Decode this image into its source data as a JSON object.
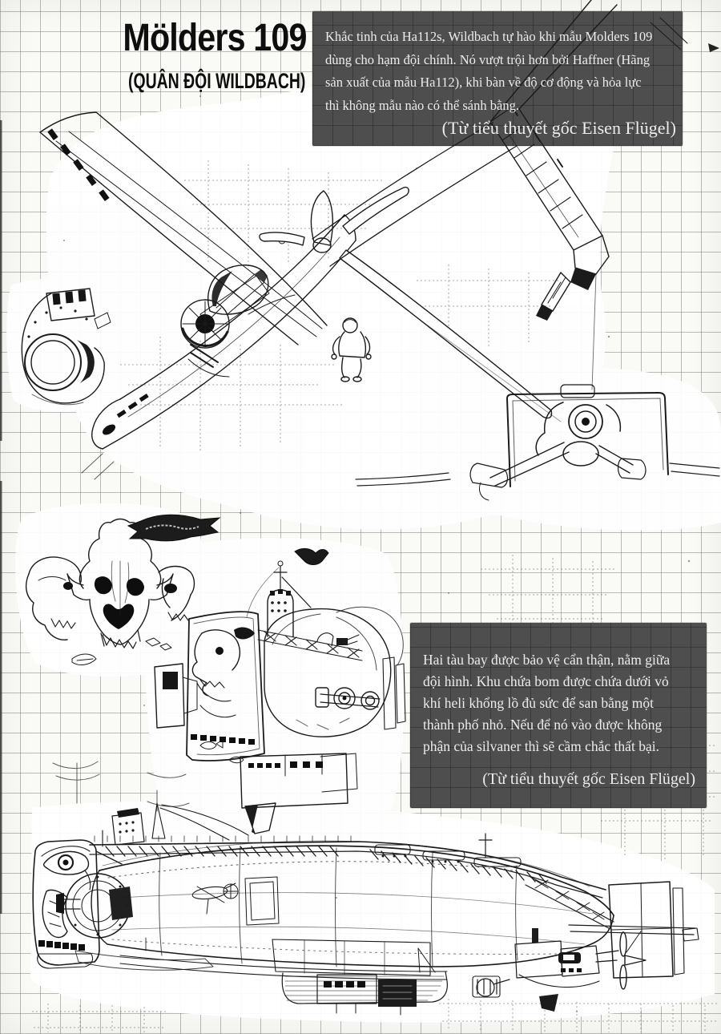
{
  "page": {
    "title": "Mölders 109",
    "subtitle": "(QUÂN ĐỘI WILDBACH)"
  },
  "captions": {
    "molders_note": {
      "lines": [
        "Khắc tinh của Ha112s, Wildbach tự hào khi mẫu Molders 109",
        "dùng cho hạm đội chính. Nó vượt trội hơn bởi Haffner (Hãng",
        "sản xuất của mẫu Ha112), khi bàn về độ cơ động và hỏa lực",
        "thì không mẫu nào có thể sánh bằng."
      ],
      "attribution": "(Từ tiểu thuyết gốc Eisen Flügel)"
    },
    "carrier_note": {
      "lines": [
        "Hai tàu bay được bảo vệ cẩn thận, nằm giữa",
        "đội hình. Khu chứa bom được chứa dưới vỏ",
        "khí heli khổng lồ đủ sức để san bằng một",
        "thành phố nhỏ. Nếu để nó vào được không",
        "phận của silvaner thì sẽ cầm chắc thất bại."
      ],
      "attribution": "(Từ tiểu thuyết gốc Eisen Flügel)"
    }
  },
  "colors": {
    "paper": "#fafaf7",
    "grid_line": "#a9a9a9",
    "ink": "#1b1b1b",
    "caption_bg": "#4e4e4e",
    "caption_text": "#ececec"
  }
}
